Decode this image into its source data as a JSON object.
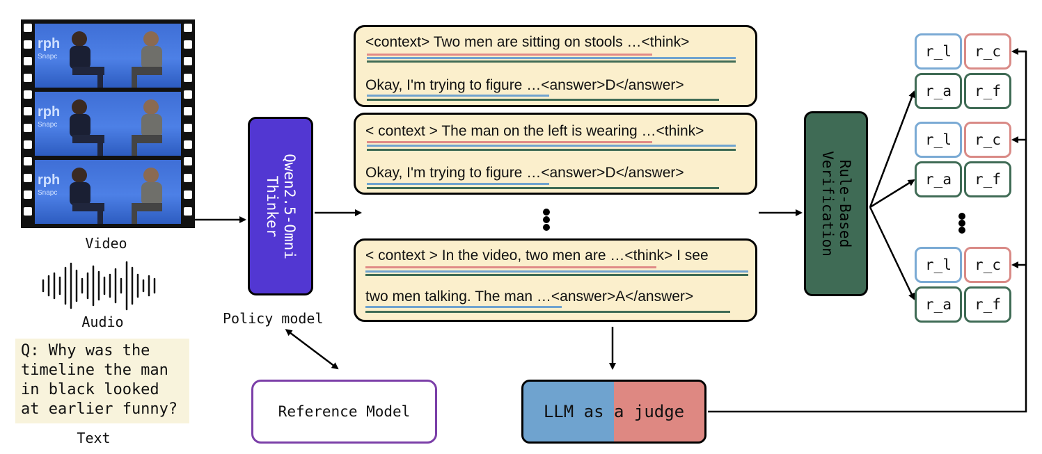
{
  "inputs": {
    "video_label": "Video",
    "audio_label": "Audio",
    "text_label": "Text",
    "frame_logo": "rph",
    "frame_logo_sub": "Snapc",
    "question": "Q: Why was the\ntimeline the man\nin black looked\nat earlier funny?"
  },
  "policy": {
    "name": "Qwen2.5-Omni\nThinker",
    "caption": "Policy model"
  },
  "reference_model": {
    "label": "Reference Model"
  },
  "responses": [
    {
      "line1": "<context> Two men are sitting on stools …<think>",
      "line2": "Okay, I'm trying to figure …<answer>D</answer>"
    },
    {
      "line1": "< context > The man on the left is wearing …<think>",
      "line2": "Okay, I'm trying to figure …<answer>D</answer>"
    },
    {
      "line1": "< context > In the video, two men are  …<think> I see",
      "line2": "two men talking. The man …<answer>A</answer>"
    }
  ],
  "verifier": {
    "label": "Rule-Based\nVerification"
  },
  "judge": {
    "label": "LLM as a judge"
  },
  "reward_groups": [
    {
      "r_l": "r_l",
      "r_c": "r_c",
      "r_a": "r_a",
      "r_f": "r_f"
    },
    {
      "r_l": "r_l",
      "r_c": "r_c",
      "r_a": "r_a",
      "r_f": "r_f"
    },
    {
      "r_l": "r_l",
      "r_c": "r_c",
      "r_a": "r_a",
      "r_f": "r_f"
    }
  ],
  "colors": {
    "policy_fill": "#5237d2",
    "verifier_fill": "#3f6b55",
    "response_fill": "#fbefcc",
    "underline_red": "#e08a86",
    "underline_blue": "#6fa3cf",
    "underline_green": "#3f6b55",
    "reference_border": "#7b3fa8"
  }
}
